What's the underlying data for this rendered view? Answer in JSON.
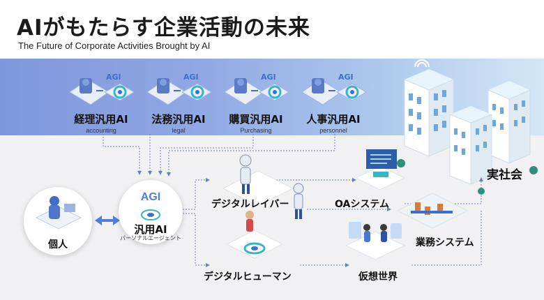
{
  "header": {
    "title": "AIがもたらす企業活動の未来",
    "subtitle": "The Future of Corporate Activities Brought by AI"
  },
  "agents": [
    {
      "label": "経理汎用AI",
      "sub": "accounting",
      "badge": "AGI"
    },
    {
      "label": "法務汎用AI",
      "sub": "legal",
      "badge": "AGI"
    },
    {
      "label": "購買汎用AI",
      "sub": "Purchasing",
      "badge": "AGI"
    },
    {
      "label": "人事汎用AI",
      "sub": "personnel",
      "badge": "AGI"
    }
  ],
  "nodes": {
    "individual": "個人",
    "general_ai_badge": "AGI",
    "general_ai": "汎用AI",
    "general_ai_sub": "パーソナルエージェント",
    "digital_labor": "デジタルレイバー",
    "digital_human": "デジタルヒューマン",
    "oa_system": "OAシステム",
    "business_system": "業務システム",
    "virtual_world": "仮想世界",
    "real_society": "実社会"
  },
  "colors": {
    "band_start": "#7f97dc",
    "band_end": "#d4e7f6",
    "arrow": "#6a7fc0",
    "accent_teal": "#35b6c8",
    "accent_blue": "#3f6fc9"
  }
}
